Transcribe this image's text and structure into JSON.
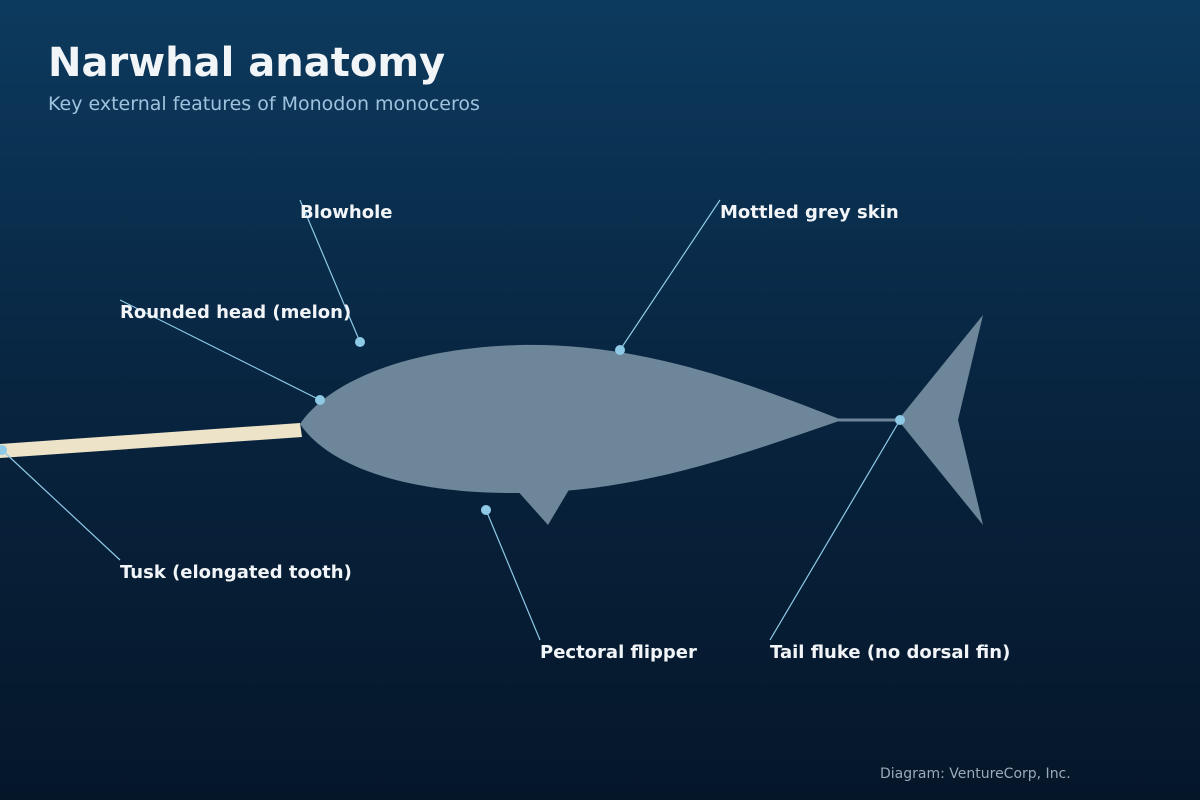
{
  "header": {
    "title": "Narwhal anatomy",
    "subtitle": "Key external features of Monodon monoceros"
  },
  "labels": {
    "blowhole": "Blowhole",
    "skin": "Mottled grey skin",
    "melon": "Rounded head (melon)",
    "tusk": "Tusk (elongated tooth)",
    "flipper": "Pectoral flipper",
    "fluke": "Tail fluke (no dorsal fin)"
  },
  "footer": {
    "credit": "Diagram: VentureCorp, Inc."
  },
  "colors": {
    "body": "#6e8699",
    "tusk": "#ede3c8",
    "leader_line": "#8ecae6",
    "marker": "#8ecae6",
    "text": "#f2f5f8"
  }
}
